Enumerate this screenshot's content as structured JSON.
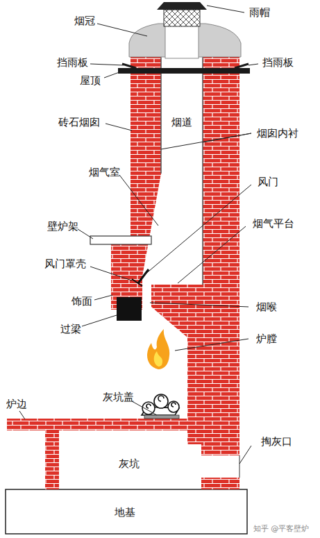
{
  "diagram": {
    "labels": [
      "烟冠",
      "雨帽",
      "挡雨板",
      "挡雨板",
      "屋顶",
      "砖石烟囱",
      "烟道",
      "烟囱内衬",
      "烟气室",
      "风门",
      "壁炉架",
      "烟气平台",
      "风门罩壳",
      "饰面",
      "烟喉",
      "过梁",
      "炉膛",
      "灰坑盖",
      "炉边",
      "灰坑",
      "掏灰口",
      "地基",
      "知乎 @平客壁炉"
    ]
  }
}
